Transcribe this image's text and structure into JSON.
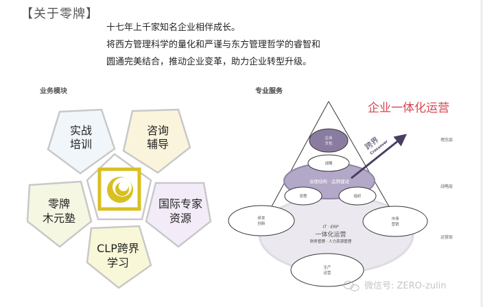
{
  "header": {
    "title": "【关于零牌】"
  },
  "intro": {
    "lines": [
      "十七年上千家知名企业相伴成长。",
      "将西方管理科学的量化和严谨与东方管理哲学的睿智和",
      "圆通完美结合，推动企业变革，助力企业转型升级。"
    ]
  },
  "business": {
    "heading": "业务模块",
    "modules": [
      {
        "line1": "实战",
        "line2": "培训",
        "color": "#f1f6fb"
      },
      {
        "line1": "咨询",
        "line2": "辅导",
        "color": "#fbf4dc"
      },
      {
        "line1": "零牌",
        "line2": "木元塾",
        "color": "#f5f7e3"
      },
      {
        "line1": "国际专家",
        "line2": "资源",
        "color": "#f3ecf8"
      },
      {
        "line1": "CLP跨界",
        "line2": "学习",
        "color": "#f8f8d8"
      }
    ],
    "logo_color": "#d8c020"
  },
  "services": {
    "heading": "专业服务",
    "headline": "企业一体化运营",
    "headline_color": "#d9434f",
    "crossover": {
      "cn": "跨界",
      "en": "Crossover"
    },
    "culture": {
      "line1": "企业",
      "line2": "文化"
    },
    "strategy": "战略",
    "governance": "治理结构 · 品牌建设",
    "process": "流程",
    "organization": "组织",
    "rd": {
      "line1": "研发",
      "line2": "创新"
    },
    "marketing": {
      "line1": "市场",
      "line2": "营销"
    },
    "production": {
      "line1": "生产",
      "line2": "运营"
    },
    "core": {
      "line1": "IT · ERP",
      "line2": "一体化运营",
      "line3": "财务管理 · 人力资源管理"
    },
    "layers": [
      "理念层",
      "战略层",
      "运营层"
    ]
  },
  "watermark": {
    "text": "微信号: ZERO-zulin"
  }
}
